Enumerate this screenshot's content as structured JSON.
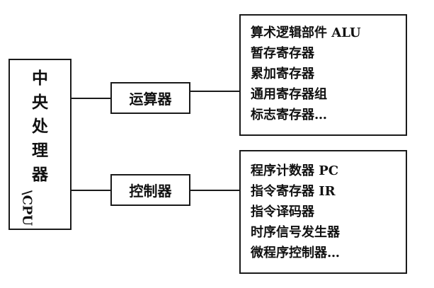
{
  "cpu": {
    "label_chars": [
      "中",
      "央",
      "处",
      "理",
      "器"
    ],
    "label_latin": "\\CPU"
  },
  "alu": {
    "label": "运算器",
    "items": [
      "算术逻辑部件 ALU",
      "暂存寄存器",
      "累加寄存器",
      "通用寄存器组",
      "标志寄存器…"
    ]
  },
  "controller": {
    "label": "控制器",
    "items": [
      "程序计数器 PC",
      "指令寄存器 IR",
      "指令译码器",
      "时序信号发生器",
      "微程序控制器…"
    ]
  }
}
